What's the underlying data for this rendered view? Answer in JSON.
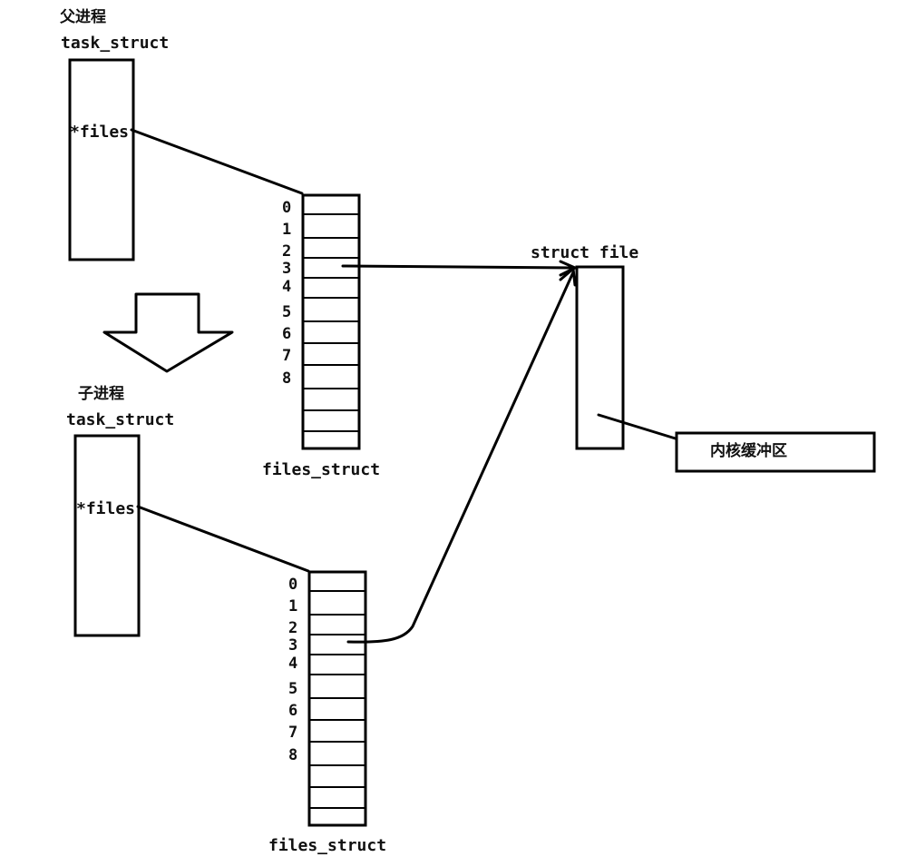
{
  "parent": {
    "title": "父进程",
    "struct_label": "task_struct",
    "field_label": "*files"
  },
  "child": {
    "title": "子进程",
    "struct_label": "task_struct",
    "field_label": "*files"
  },
  "parent_files": {
    "label": "files_struct",
    "indices": [
      "0",
      "1",
      "2",
      "3",
      "4",
      "5",
      "6",
      "7",
      "8"
    ]
  },
  "child_files": {
    "label": "files_struct",
    "indices": [
      "0",
      "1",
      "2",
      "3",
      "4",
      "5",
      "6",
      "7",
      "8"
    ]
  },
  "file": {
    "label": "struct file"
  },
  "buffer": {
    "label": "内核缓冲区"
  }
}
